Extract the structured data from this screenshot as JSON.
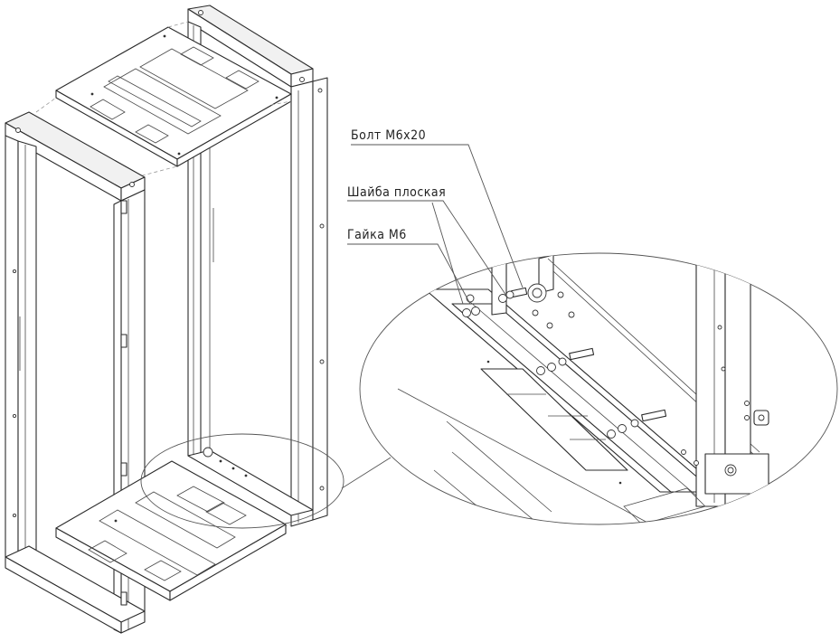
{
  "diagram": {
    "callouts": [
      {
        "id": "bolt",
        "label": "Болт М6х20"
      },
      {
        "id": "washer",
        "label": "Шайба плоская"
      },
      {
        "id": "nut",
        "label": "Гайка М6"
      }
    ]
  }
}
